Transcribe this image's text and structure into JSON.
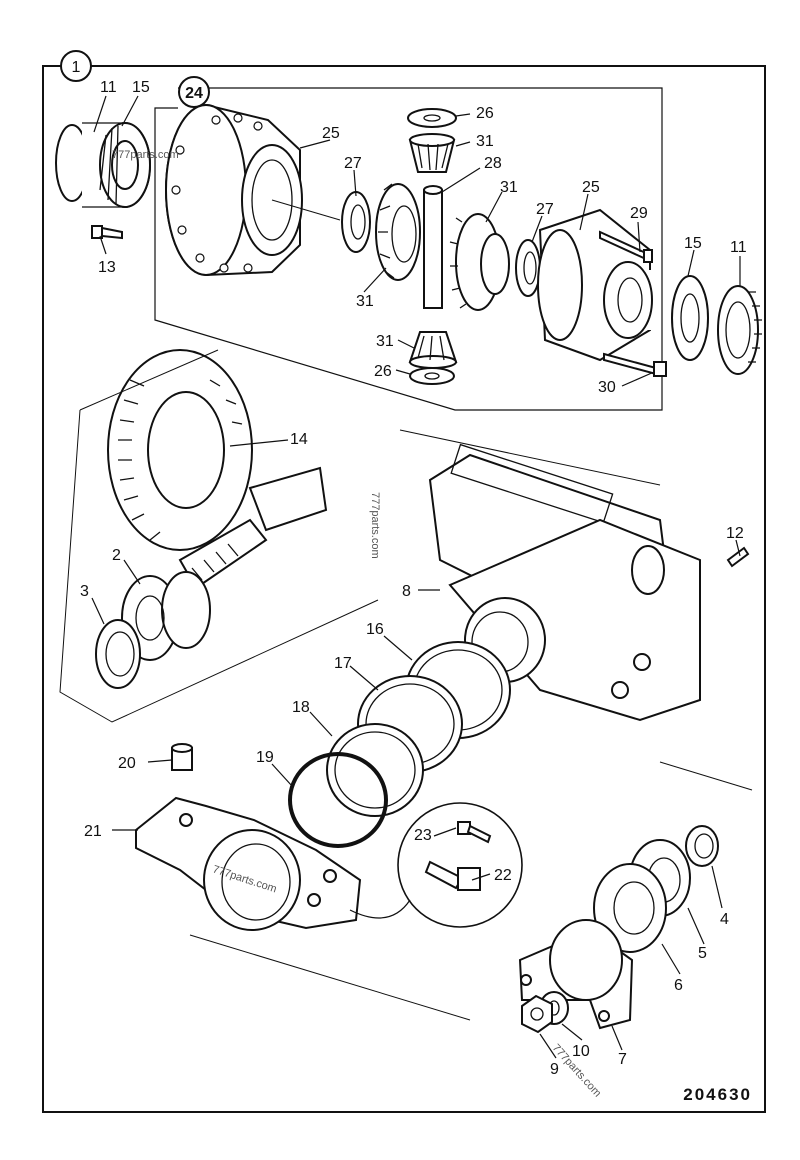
{
  "diagram": {
    "figure_number": "1",
    "subassembly_number": "24",
    "reference_number": "204630",
    "watermarks": [
      "777parts.com",
      "777parts.com",
      "777parts.com",
      "777parts.com"
    ],
    "callouts": [
      {
        "id": "c11a",
        "label": "11"
      },
      {
        "id": "c15a",
        "label": "15"
      },
      {
        "id": "c13",
        "label": "13"
      },
      {
        "id": "c25a",
        "label": "25"
      },
      {
        "id": "c27a",
        "label": "27"
      },
      {
        "id": "c31a",
        "label": "31"
      },
      {
        "id": "c26a",
        "label": "26"
      },
      {
        "id": "c31b",
        "label": "31"
      },
      {
        "id": "c28",
        "label": "28"
      },
      {
        "id": "c31c",
        "label": "31"
      },
      {
        "id": "c25b",
        "label": "25"
      },
      {
        "id": "c27b",
        "label": "27"
      },
      {
        "id": "c29",
        "label": "29"
      },
      {
        "id": "c15b",
        "label": "15"
      },
      {
        "id": "c11b",
        "label": "11"
      },
      {
        "id": "c31d",
        "label": "31"
      },
      {
        "id": "c26b",
        "label": "26"
      },
      {
        "id": "c30",
        "label": "30"
      },
      {
        "id": "c14",
        "label": "14"
      },
      {
        "id": "c2",
        "label": "2"
      },
      {
        "id": "c3",
        "label": "3"
      },
      {
        "id": "c12",
        "label": "12"
      },
      {
        "id": "c8",
        "label": "8"
      },
      {
        "id": "c16",
        "label": "16"
      },
      {
        "id": "c17",
        "label": "17"
      },
      {
        "id": "c18",
        "label": "18"
      },
      {
        "id": "c19",
        "label": "19"
      },
      {
        "id": "c20",
        "label": "20"
      },
      {
        "id": "c21",
        "label": "21"
      },
      {
        "id": "c23",
        "label": "23"
      },
      {
        "id": "c22",
        "label": "22"
      },
      {
        "id": "c4",
        "label": "4"
      },
      {
        "id": "c5",
        "label": "5"
      },
      {
        "id": "c6",
        "label": "6"
      },
      {
        "id": "c10",
        "label": "10"
      },
      {
        "id": "c7",
        "label": "7"
      },
      {
        "id": "c9",
        "label": "9"
      }
    ]
  }
}
